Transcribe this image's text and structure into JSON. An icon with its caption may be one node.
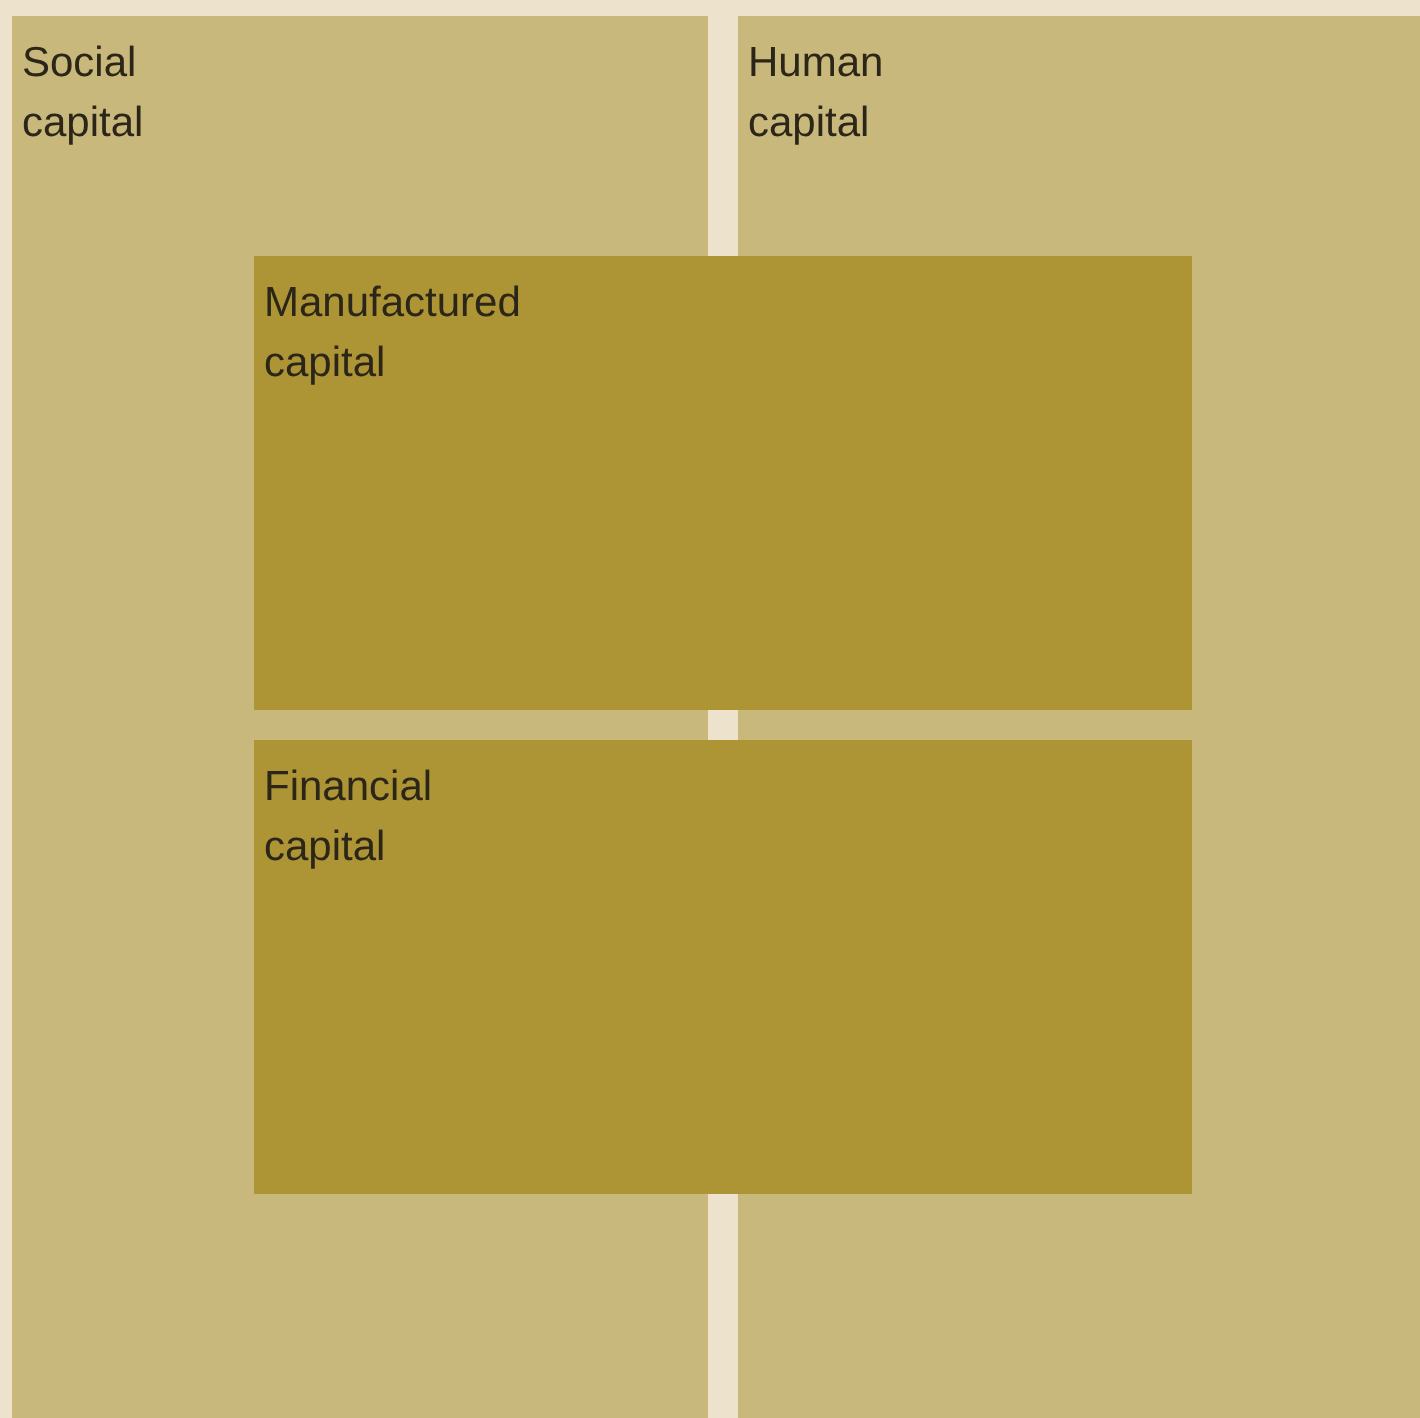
{
  "diagram": {
    "nodes": [
      {
        "text": [
          "Social capital"
        ]
      },
      {
        "text": [
          "Human capital"
        ]
      },
      {
        "text": [
          "Manufactured capital"
        ]
      },
      {
        "text": [
          "Financial capital"
        ]
      }
    ]
  }
}
